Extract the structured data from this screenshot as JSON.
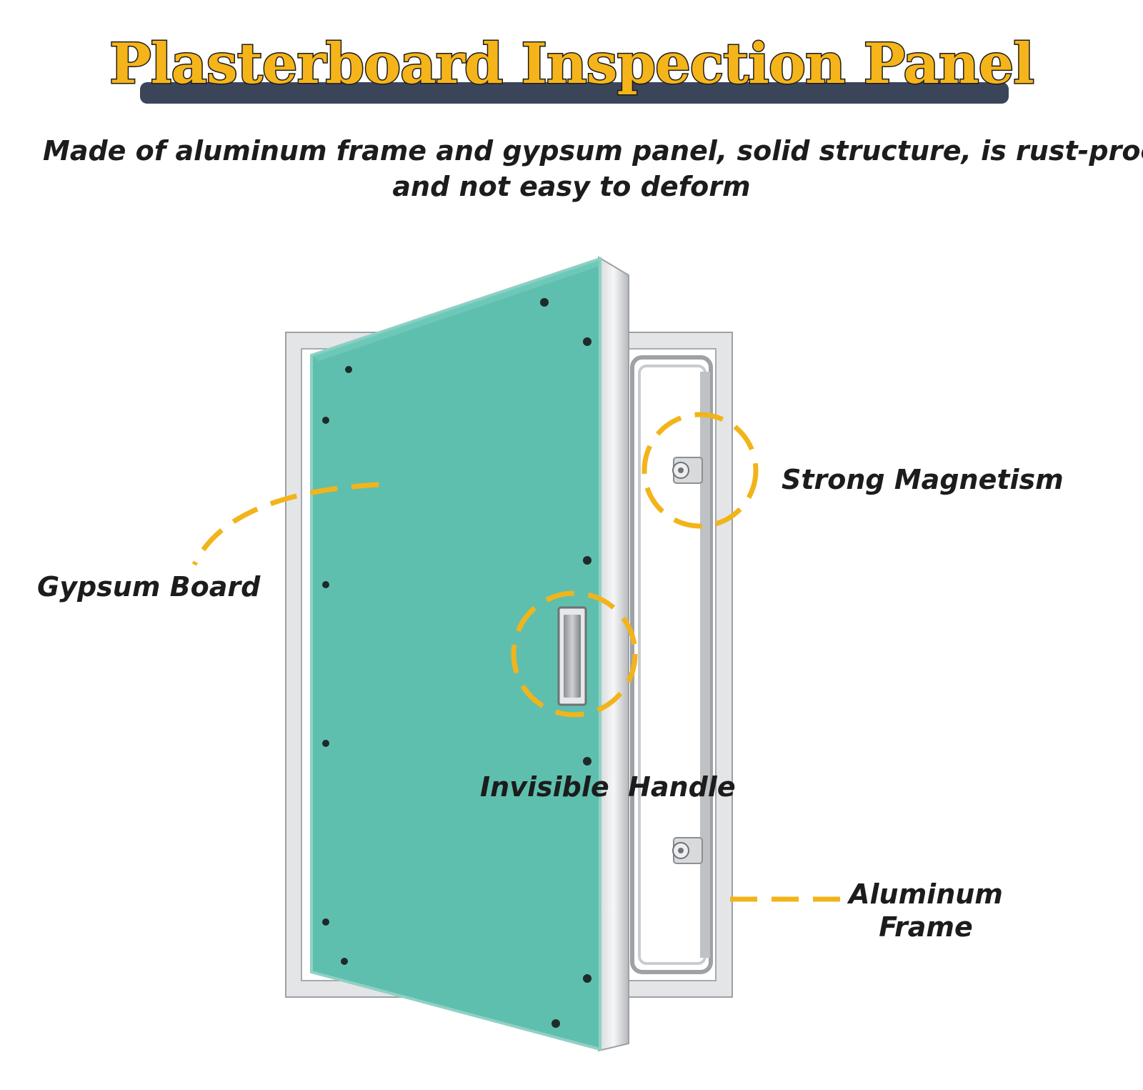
{
  "header": {
    "title": "Plasterboard Inspection Panel",
    "subtitle_line1": "Made of aluminum frame and gypsum panel, solid structure, is rust-proof",
    "subtitle_line2": "and not easy to deform"
  },
  "callouts": {
    "strong_magnetism": "Strong Magnetism",
    "gypsum_board": "Gypsum Board",
    "invisible_handle": "Invisible  Handle",
    "aluminum_frame_line1": "Aluminum",
    "aluminum_frame_line2": "Frame"
  },
  "colors": {
    "accent_yellow": "#f5b41a",
    "dark_bar": "#3b4559",
    "gypsum_green": "#5fbfae",
    "aluminum": "#d9dbdd",
    "text": "#1c1c1c"
  },
  "icons": [
    "magnet-icon",
    "handle-icon"
  ]
}
